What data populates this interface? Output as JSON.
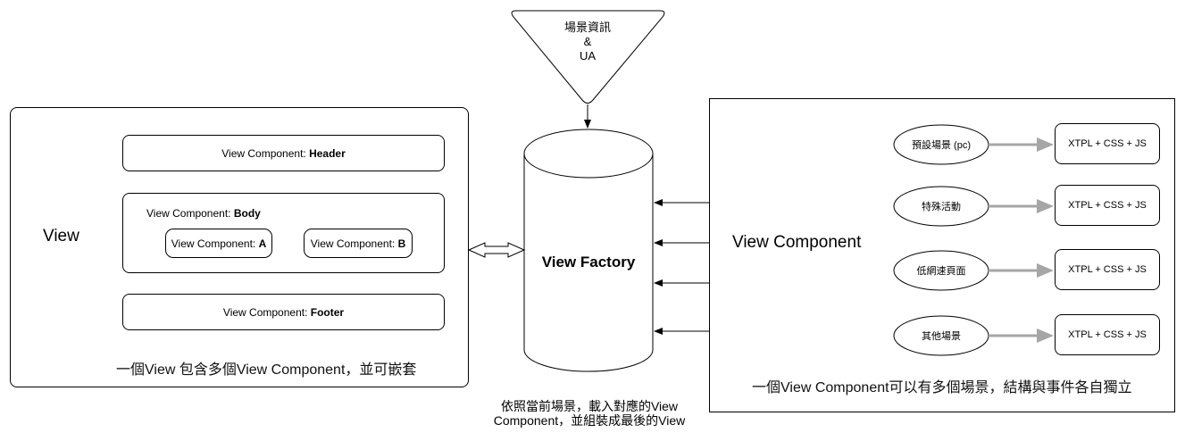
{
  "input": {
    "line1": "場景資訊",
    "line2": "&",
    "line3": "UA"
  },
  "view": {
    "title": "View",
    "header": {
      "prefix": "View Component: ",
      "name": "Header"
    },
    "body": {
      "prefix": "View Component: ",
      "name": "Body"
    },
    "component_a": {
      "prefix": "View Component: ",
      "name": "A"
    },
    "component_b": {
      "prefix": "View Component: ",
      "name": "B"
    },
    "footer": {
      "prefix": "View Component: ",
      "name": "Footer"
    },
    "caption": "一個View 包含多個View Component，並可嵌套"
  },
  "factory": {
    "title": "View Factory",
    "caption_line1": "依照當前場景，載入對應的View",
    "caption_line2": "Component，並組裝成最後的View"
  },
  "component": {
    "title": "View Component",
    "scenarios": [
      {
        "label": "預設場景 (pc)",
        "output": "XTPL + CSS + JS"
      },
      {
        "label": "特殊活動",
        "output": "XTPL + CSS + JS"
      },
      {
        "label": "低網速頁面",
        "output": "XTPL + CSS + JS"
      },
      {
        "label": "其他場景",
        "output": "XTPL + CSS + JS"
      }
    ],
    "caption": "一個View Component可以有多個場景，結構與事件各自獨立"
  },
  "colors": {
    "stroke": "#000000",
    "scenario_arrow": "#a6a6a6"
  }
}
